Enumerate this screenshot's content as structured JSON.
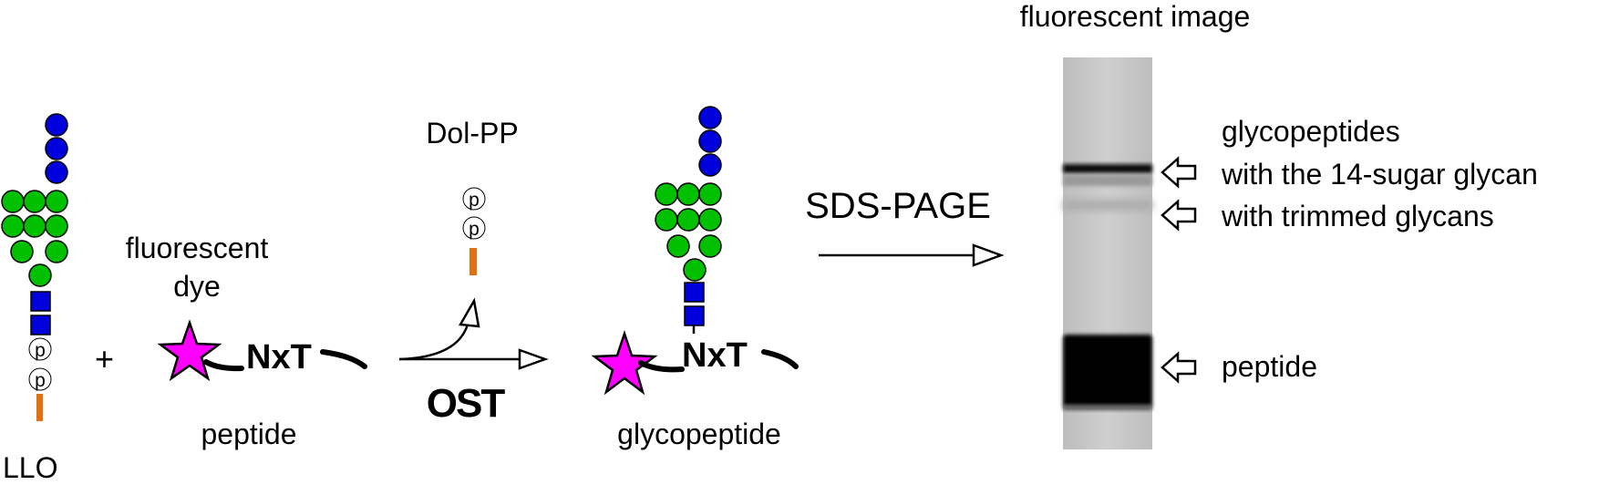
{
  "colors": {
    "mannose": "#00c000",
    "glucose": "#0000dd",
    "glcnac": "#0000dd",
    "dye": "#ff00ff",
    "dolichol": "#e07010",
    "gel_light": "#c8c8c8",
    "band": "#000000"
  },
  "icons": [
    "star-icon",
    "circle-sugar-icon",
    "square-sugar-icon",
    "phosphate-icon",
    "arrow-icon"
  ],
  "labels": {
    "fluorescent_image": "fluorescent image",
    "dol_pp": "Dol-PP",
    "fluorescent_dye": "fluorescent\ndye",
    "fluorescent": "fluorescent",
    "dye": "dye",
    "nxt_left": "NxT",
    "nxt_right": "NxT",
    "plus": "+",
    "ost": "OST",
    "sds_page": "SDS-PAGE",
    "peptide": "peptide",
    "glycopeptide": "glycopeptide",
    "llo": "LLO",
    "phosphate": "p"
  },
  "gel": {
    "bands": [
      {
        "name": "glycopeptides-14-sugar",
        "label_line1": "glycopeptides",
        "label_line2": "with the 14-sugar glycan"
      },
      {
        "name": "trimmed-glycans",
        "label": "with trimmed glycans"
      },
      {
        "name": "peptide",
        "label": "peptide"
      }
    ]
  }
}
